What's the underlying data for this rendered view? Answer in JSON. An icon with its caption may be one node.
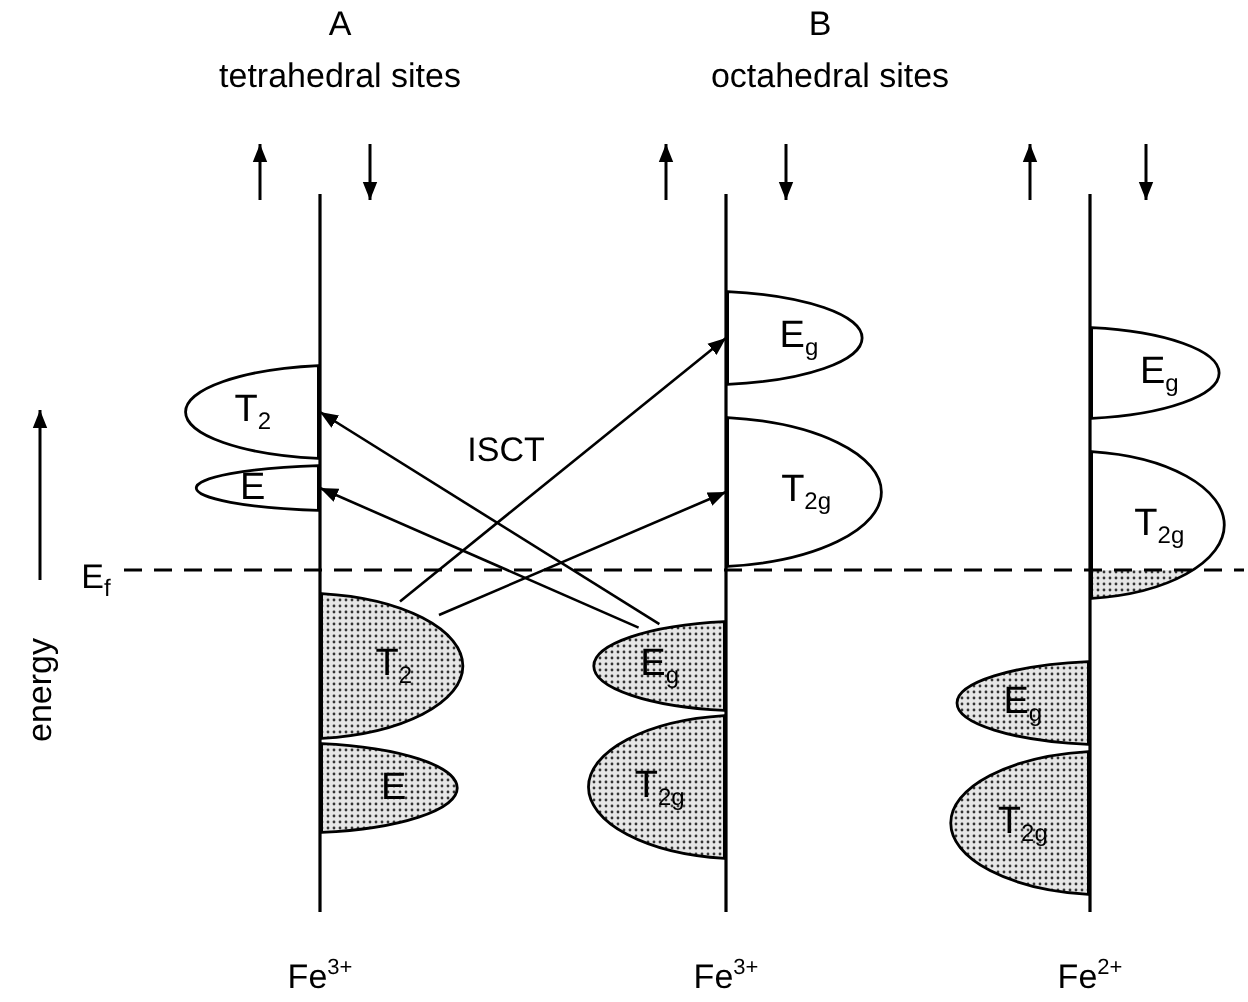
{
  "diagram": {
    "nodes": [
      {
        "text": [
          "T$_{2}$"
        ]
      },
      {
        "text": [
          "E"
        ]
      },
      {
        "text": [
          "T$_{2}$"
        ]
      },
      {
        "text": [
          "E"
        ]
      },
      {
        "text": [
          "E$_{g}$"
        ]
      },
      {
        "text": [
          "T$_{2g}$"
        ]
      },
      {
        "text": [
          "E$_{g}$"
        ]
      },
      {
        "text": [
          "T$_{2g}$"
        ]
      },
      {
        "text": [
          "E$_{g}$"
        ]
      },
      {
        "text": [
          "T$_{2g}$"
        ]
      },
      {
        "text": [
          "E$_{g}$"
        ]
      },
      {
        "text": [
          "T$_{2g}$"
        ]
      }
    ],
    "edges": [
      {
        "from": 2,
        "to": 4,
        "arrow": "to"
      },
      {
        "from": 2,
        "to": 5,
        "arrow": "to"
      },
      {
        "from": 6,
        "to": 0,
        "arrow": "to"
      },
      {
        "from": 6,
        "to": 1,
        "arrow": "to"
      }
    ],
    "labels": [
      "A",
      "tetrahedral sites",
      "B",
      "octahedral sites",
      "ISCT",
      "E$_{f}$",
      "energy",
      "Fe$^{3+}$",
      "Fe$^{3+}$",
      "Fe$^{2+}$"
    ]
  }
}
